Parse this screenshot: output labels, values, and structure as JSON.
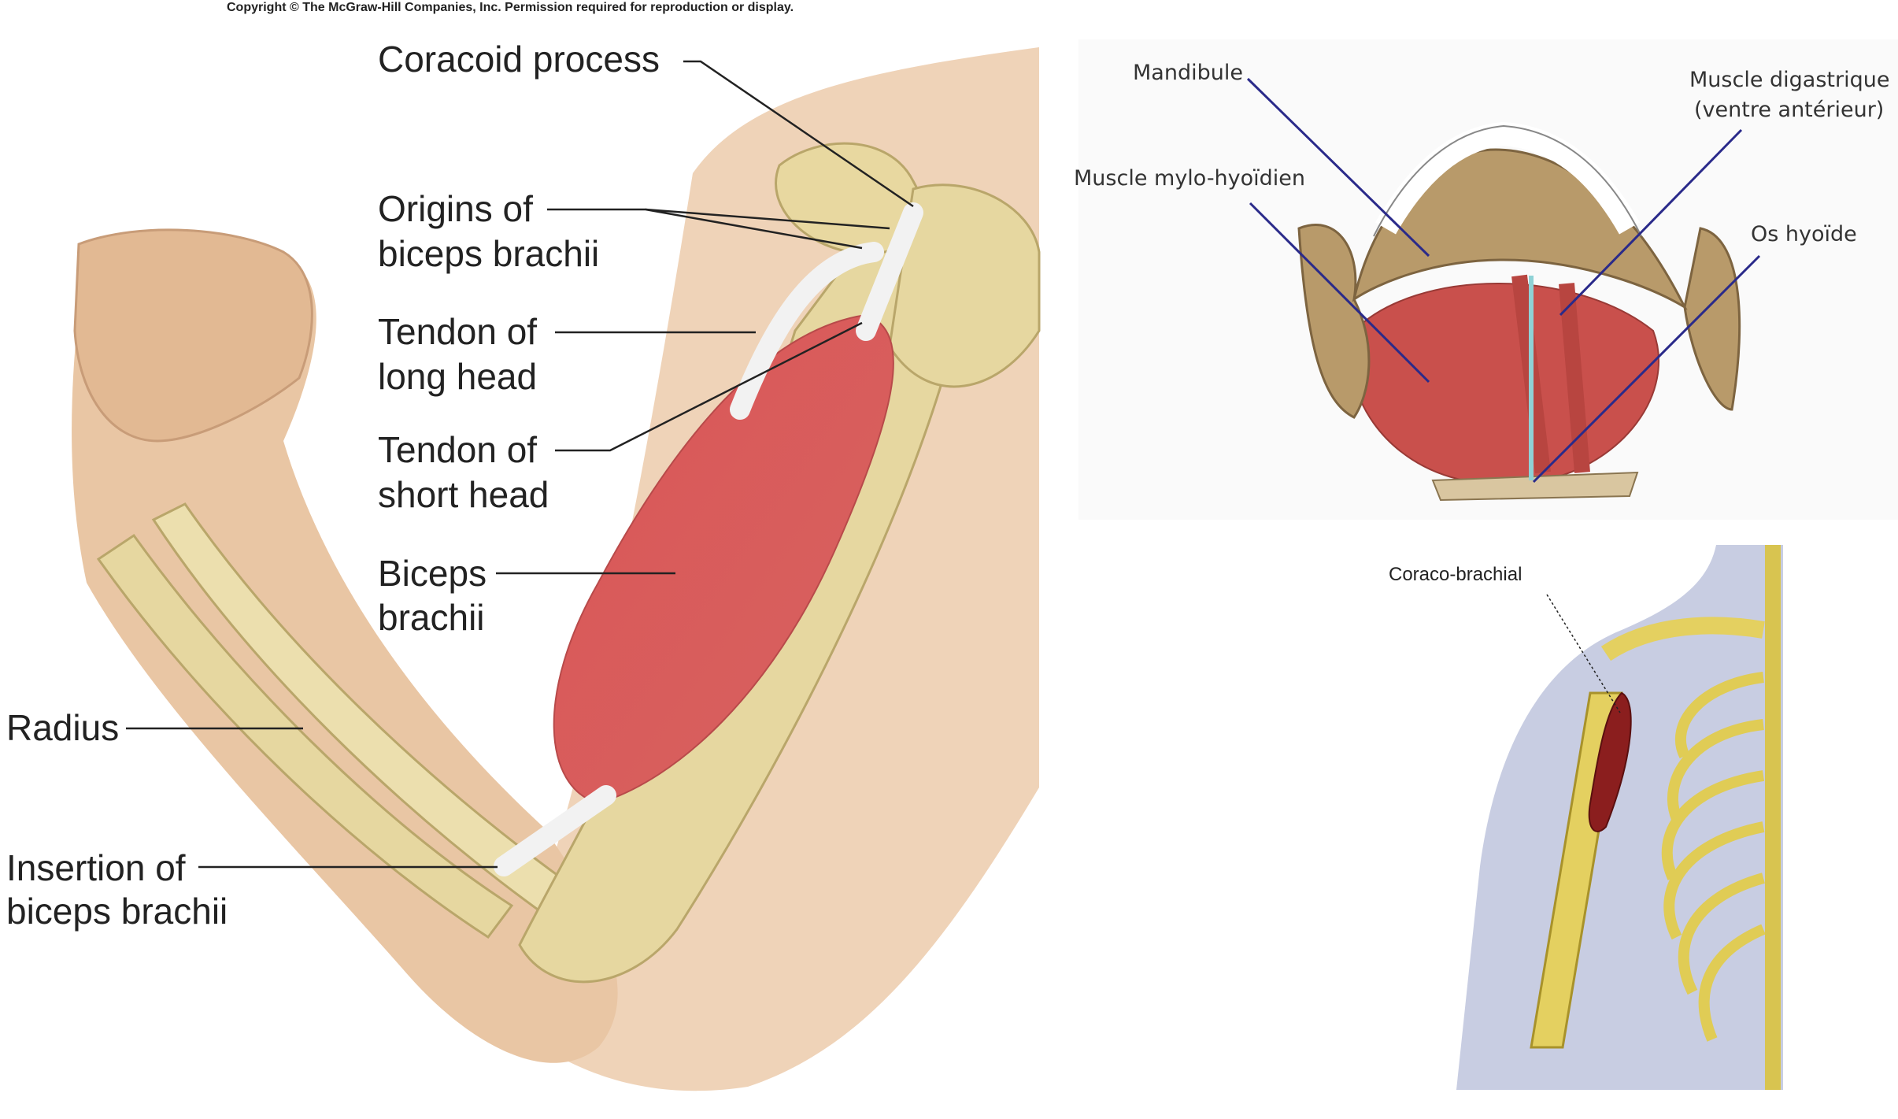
{
  "copyright": "Copyright © The McGraw-Hill Companies, Inc. Permission required for reproduction or display.",
  "arm_figure": {
    "labels": {
      "coracoid_process": "Coracoid process",
      "origins_line1": "Origins of",
      "origins_line2": "biceps brachii",
      "long_head_line1": "Tendon of",
      "long_head_line2": "long head",
      "short_head_line1": "Tendon of",
      "short_head_line2": "short head",
      "biceps_line1": "Biceps",
      "biceps_line2": "brachii",
      "radius": "Radius",
      "insertion_line1": "Insertion of",
      "insertion_line2": "biceps brachii"
    }
  },
  "jaw_figure": {
    "labels": {
      "mandibule": "Mandibule",
      "digastrique_line1": "Muscle digastrique",
      "digastrique_line2": "(ventre antérieur)",
      "mylo_hyoidien": "Muscle mylo-hyoïdien",
      "os_hyoide": "Os hyoïde"
    }
  },
  "torso_figure": {
    "labels": {
      "coraco_brachial": "Coraco-brachial"
    }
  },
  "colors": {
    "skin": "#e9c6a4",
    "bone": "#e6d7a0",
    "muscle": "#d9605f",
    "label_arrow": "#2a2a8a"
  }
}
